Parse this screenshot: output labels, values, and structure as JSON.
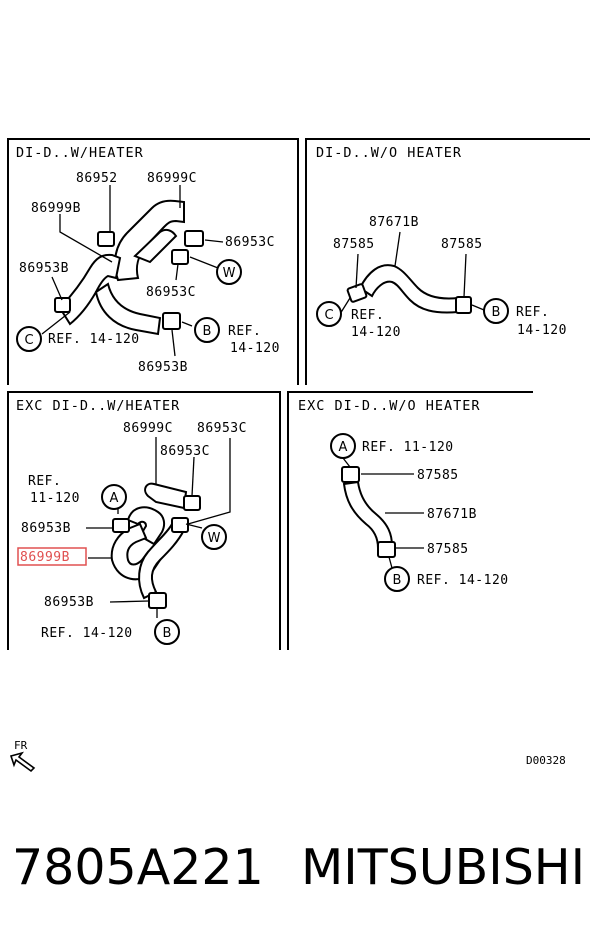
{
  "panels": {
    "top_left": {
      "title": "DI-D..W/HEATER",
      "labels": {
        "p86952": "86952",
        "p86999c": "86999C",
        "p86999b": "86999B",
        "p86953c_a": "86953C",
        "p86953b_a": "86953B",
        "p86953c_b": "86953C",
        "p86953b_b": "86953B",
        "ref_c": "REF. 14-120",
        "ref_b_1": "REF.",
        "ref_b_2": "14-120"
      },
      "circles": {
        "c": "C",
        "w": "W",
        "b": "B"
      }
    },
    "top_right": {
      "title": "DI-D..W/O HEATER",
      "labels": {
        "p87671b": "87671B",
        "p87585_l": "87585",
        "p87585_r": "87585",
        "ref_c_1": "REF.",
        "ref_c_2": "14-120",
        "ref_b_1": "REF.",
        "ref_b_2": "14-120"
      },
      "circles": {
        "c": "C",
        "b": "B"
      }
    },
    "bottom_left": {
      "title": "EXC DI-D..W/HEATER",
      "labels": {
        "p86999c": "86999C",
        "p86953c_top": "86953C",
        "p86953c_mid": "86953C",
        "ref_a_1": "REF.",
        "ref_a_2": "11-120",
        "p86953b_a": "86953B",
        "p86999b": "86999B",
        "p86953b_b": "86953B",
        "ref_b": "REF. 14-120"
      },
      "circles": {
        "a": "A",
        "w": "W",
        "b": "B"
      }
    },
    "bottom_right": {
      "title": "EXC DI-D..W/O HEATER",
      "labels": {
        "ref_a": "REF. 11-120",
        "p87585_top": "87585",
        "p87671b": "87671B",
        "p87585_bot": "87585",
        "ref_b": "REF. 14-120"
      },
      "circles": {
        "a": "A",
        "b": "B"
      }
    }
  },
  "front_marker": "FR",
  "drawing_id": "D00328",
  "part_number": "7805A221",
  "brand": "MITSUBISHI",
  "highlight_color": "#e05050"
}
